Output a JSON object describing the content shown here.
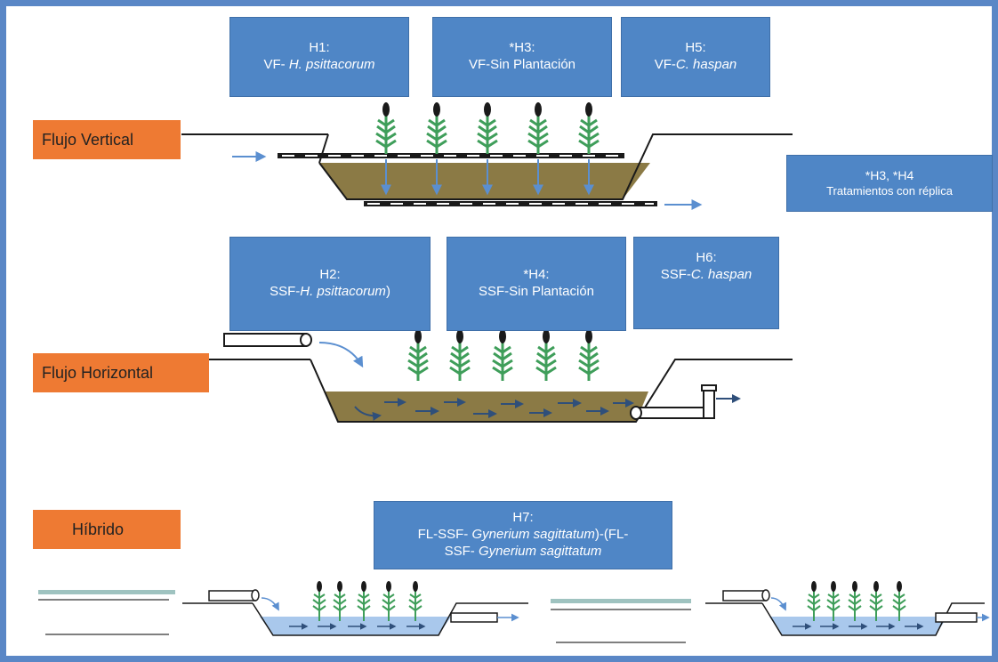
{
  "colors": {
    "frame": "#5a87c6",
    "box": "#4f86c6",
    "label": "#ee7a33",
    "soil": "#8b7a45",
    "water": "#a9c8ec",
    "arrow": "#5b8fd0",
    "plant": "#3f9e5a"
  },
  "vertical": {
    "label": "Flujo Vertical",
    "boxes": [
      {
        "line1": "H1:",
        "prefix": "VF- ",
        "italic": "H.  psittacorum",
        "suffix": ""
      },
      {
        "line1": "*H3:",
        "prefix": "VF-Sin Plantación",
        "italic": "",
        "suffix": ""
      },
      {
        "line1": "H5:",
        "prefix": "VF-",
        "italic": "C. haspan",
        "suffix": ""
      }
    ],
    "note": {
      "line1": "*H3,  *H4",
      "line2": "Tratamientos con réplica"
    }
  },
  "horizontal": {
    "label": "Flujo Horizontal",
    "boxes": [
      {
        "line1": "H2:",
        "prefix": "SSF-",
        "italic": "H. psittacorum",
        "suffix": ")"
      },
      {
        "line1": "*H4:",
        "prefix": "SSF-Sin Plantación",
        "italic": "",
        "suffix": ""
      },
      {
        "line1": "H6:",
        "prefix": "SSF-",
        "italic": "C. haspan",
        "suffix": ""
      }
    ]
  },
  "hybrid": {
    "label": "Híbrido",
    "box": {
      "line1": "H7:",
      "line2_prefix": "FL-SSF- ",
      "line2_italic": "Gynerium sagittatum",
      "line2_suffix": ")-(FL-",
      "line3_prefix": "SSF- ",
      "line3_italic": "Gynerium sagittatum"
    }
  }
}
